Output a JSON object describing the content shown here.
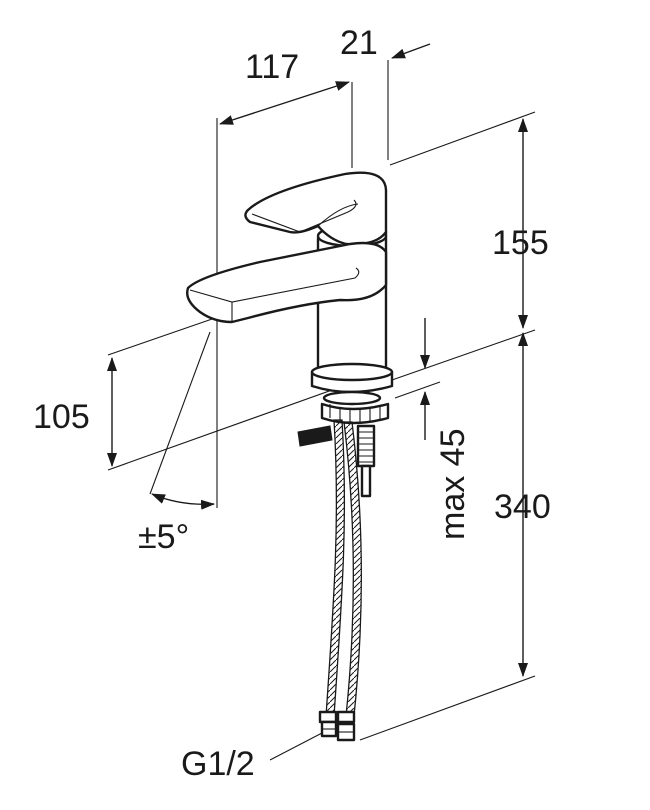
{
  "dimensions": {
    "spout_reach": "117",
    "lever_offset": "21",
    "upper_height": "155",
    "spout_height": "105",
    "swivel_angle": "±5°",
    "max_deck_thickness": "max 45",
    "hose_length": "340",
    "connection_thread": "G1/2"
  }
}
